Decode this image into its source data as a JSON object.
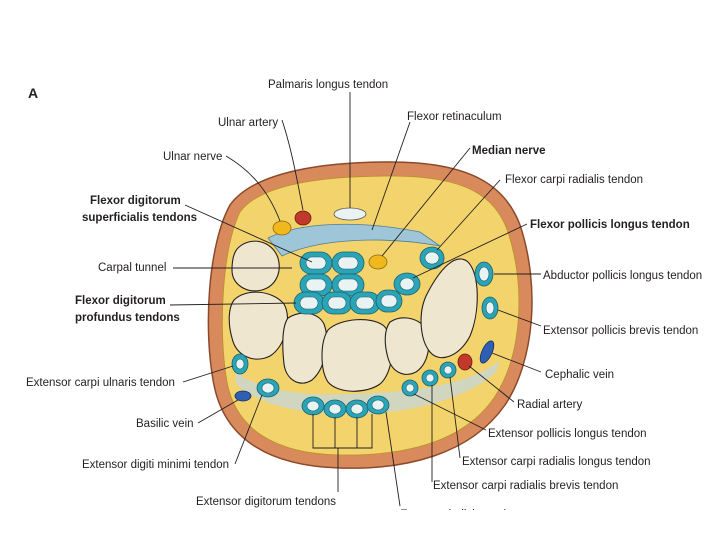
{
  "panel_letter": "A",
  "labels": {
    "palmaris_longus": "Palmaris longus tendon",
    "ulnar_artery": "Ulnar artery",
    "flexor_retinaculum": "Flexor retinaculum",
    "ulnar_nerve": "Ulnar nerve",
    "median_nerve": "Median nerve",
    "fds_line1": "Flexor digitorum",
    "fds_line2": "superficialis tendons",
    "fcr": "Flexor carpi radialis tendon",
    "fpl": "Flexor pollicis longus tendon",
    "carpal_tunnel": "Carpal tunnel",
    "apl": "Abductor pollicis longus tendon",
    "fdp_line1": "Flexor digitorum",
    "fdp_line2": "profundus tendons",
    "epb": "Extensor pollicis brevis tendon",
    "cephalic_vein": "Cephalic vein",
    "ecu": "Extensor carpi ulnaris tendon",
    "radial_artery": "Radial artery",
    "basilic_vein": "Basilic vein",
    "epl": "Extensor pollicis longus tendon",
    "edm": "Extensor digiti minimi tendon",
    "ecrl": "Extensor carpi radialis longus tendon",
    "ecrb": "Extensor carpi radialis brevis tendon",
    "ed": "Extensor digitorum tendons",
    "eip_cut": "Extensor indicis tendon"
  },
  "colors": {
    "skin": "#d98a5c",
    "fat": "#f3d36b",
    "tendon": "#2aa4b7",
    "artery": "#c0392b",
    "vein": "#2f5fb3",
    "nerve": "#f0b81c",
    "bone": "#efe6cf"
  }
}
